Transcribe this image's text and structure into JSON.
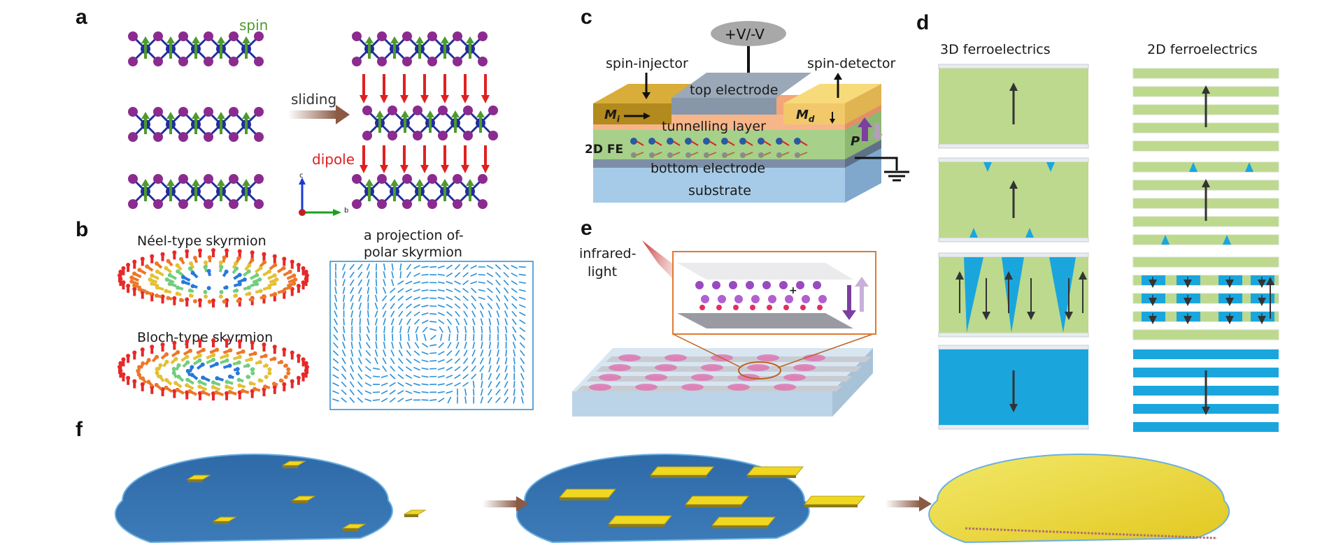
{
  "panels": {
    "a": {
      "letter": "a",
      "spin_label": "spin",
      "sliding_label": "sliding",
      "dipole_label": "dipole",
      "axis_c": "c",
      "axis_b": "b",
      "colors": {
        "spin": "#4e9a2e",
        "dipole": "#e02020",
        "atom_outer": "#8b2b8f",
        "atom_inner": "#1f2f9a"
      }
    },
    "b": {
      "letter": "b",
      "neel_title": "Néel-type skyrmion",
      "bloch_title": "Bloch-type skyrmion",
      "polar_title_line1": "a projection of-",
      "polar_title_line2": "polar skyrmion"
    },
    "c": {
      "letter": "c",
      "voltage_label": "+V/-V",
      "spin_injector": "spin-injector",
      "spin_detector": "spin-detector",
      "top_electrode": "top electrode",
      "tunnelling_layer": "tunnelling layer",
      "fe_label": "2D FE",
      "bottom_electrode": "bottom electrode",
      "substrate": "substrate",
      "mi_label": "M",
      "mi_sub": "i",
      "md_label": "M",
      "md_sub": "d",
      "p_label": "P"
    },
    "d": {
      "letter": "d",
      "col_3d": "3D ferroelectrics",
      "col_2d": "2D ferroelectrics",
      "colors": {
        "up_domain": "#bcd98d",
        "down_domain": "#1aa6dd"
      }
    },
    "e": {
      "letter": "e",
      "infrared_line1": "infrared-",
      "infrared_line2": "light",
      "plus_sign": "+"
    },
    "f": {
      "letter": "f"
    }
  }
}
